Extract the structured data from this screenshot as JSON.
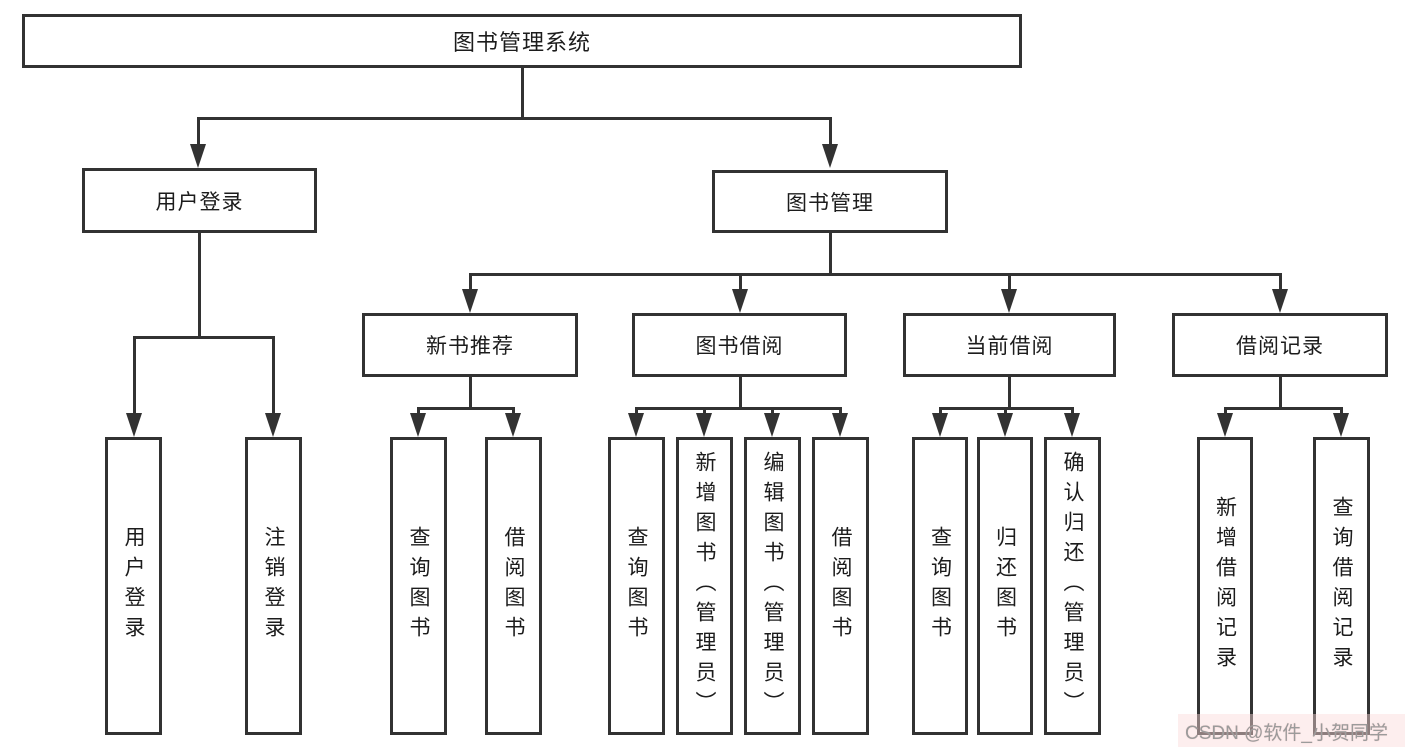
{
  "tree": {
    "label": "图书管理系统",
    "children": [
      {
        "label": "用户登录",
        "children": [
          {
            "label": "用户登录"
          },
          {
            "label": "注销登录"
          }
        ]
      },
      {
        "label": "图书管理",
        "children": [
          {
            "label": "新书推荐",
            "children": [
              {
                "label": "查询图书"
              },
              {
                "label": "借阅图书"
              }
            ]
          },
          {
            "label": "图书借阅",
            "children": [
              {
                "label": "查询图书"
              },
              {
                "label": "新增图书（管理员）"
              },
              {
                "label": "编辑图书（管理员）"
              },
              {
                "label": "借阅图书"
              }
            ]
          },
          {
            "label": "当前借阅",
            "children": [
              {
                "label": "查询图书"
              },
              {
                "label": "归还图书"
              },
              {
                "label": "确认归还（管理员）"
              }
            ]
          },
          {
            "label": "借阅记录",
            "children": [
              {
                "label": "新增借阅记录"
              },
              {
                "label": "查询借阅记录"
              }
            ]
          }
        ]
      }
    ]
  },
  "watermark": {
    "text": "CSDN @软件_小贺同学"
  },
  "colors": {
    "line": "#323232",
    "text": "#1c1c1c",
    "background": "#ffffff",
    "watermark_text": "#9b9b9b",
    "watermark_band": "#fadada"
  }
}
